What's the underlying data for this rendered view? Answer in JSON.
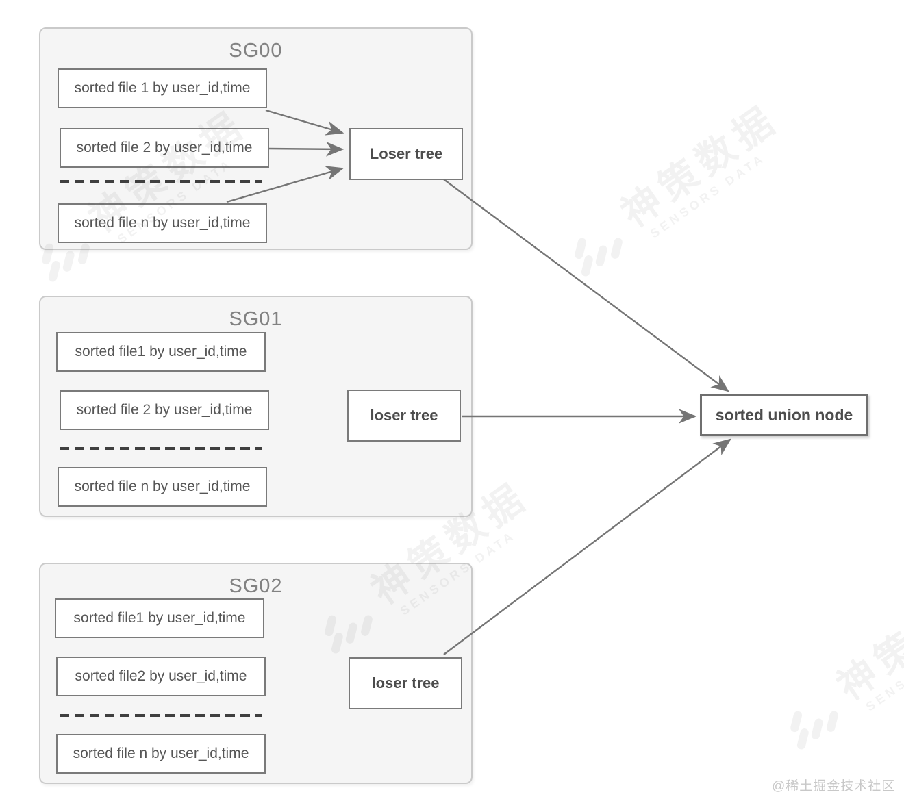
{
  "groups": [
    {
      "title": "SG00",
      "files": [
        "sorted file 1 by user_id,time",
        "sorted file 2 by user_id,time",
        "sorted file n by user_id,time"
      ],
      "tree_label": "Loser tree"
    },
    {
      "title": "SG01",
      "files": [
        "sorted file1 by user_id,time",
        "sorted file 2 by user_id,time",
        "sorted file n by user_id,time"
      ],
      "tree_label": "loser tree"
    },
    {
      "title": "SG02",
      "files": [
        "sorted file1 by user_id,time",
        "sorted file2 by user_id,time",
        "sorted file n by user_id,time"
      ],
      "tree_label": "loser tree"
    }
  ],
  "union_node": {
    "label": "sorted union node"
  },
  "edges": [
    {
      "from": "SG00 sorted file 1",
      "to": "SG00 Loser tree"
    },
    {
      "from": "SG00 sorted file 2",
      "to": "SG00 Loser tree"
    },
    {
      "from": "SG00 sorted file n",
      "to": "SG00 Loser tree"
    },
    {
      "from": "SG00 Loser tree",
      "to": "sorted union node"
    },
    {
      "from": "SG01 loser tree",
      "to": "sorted union node"
    },
    {
      "from": "SG02 loser tree",
      "to": "sorted union node"
    }
  ],
  "watermark": {
    "cn": "神策数据",
    "en": "SENSORS DATA"
  },
  "attribution": "@稀土掘金技术社区",
  "colors": {
    "group_bg": "#f5f5f5",
    "group_border": "#cacaca",
    "box_border": "#7a7a7a",
    "arrow": "#757575",
    "dash": "#3f3f3f",
    "text": "#565656",
    "attribution": "#c8c8c8"
  }
}
